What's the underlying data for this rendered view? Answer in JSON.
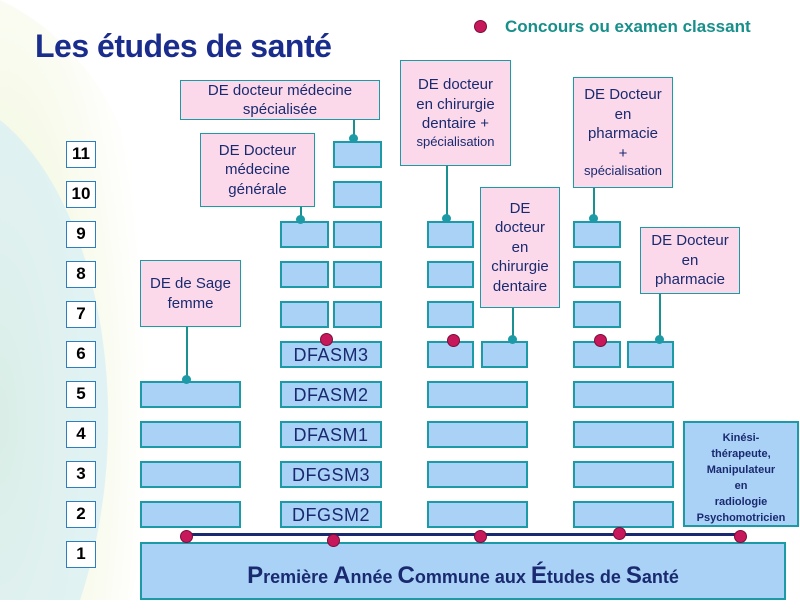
{
  "title": "Les études de santé",
  "legend": {
    "label": "Concours ou examen classant",
    "color": "#c8185c"
  },
  "years": [
    "1",
    "2",
    "3",
    "4",
    "5",
    "6",
    "7",
    "8",
    "9",
    "10",
    "11"
  ],
  "tracks": {
    "sage_femme": "DE de Sage femme",
    "medecine_generale": [
      "DE Docteur",
      "médecine",
      "générale"
    ],
    "medecine_specialisee": [
      "DE docteur médecine",
      "spécialisée"
    ],
    "chirurgie_dentaire_spec": [
      "DE docteur",
      "en chirurgie",
      "dentaire +",
      "spécialisation"
    ],
    "chirurgie_dentaire": [
      "DE",
      "docteur",
      "en",
      "chirurgie",
      "dentaire"
    ],
    "pharmacie_spec": [
      "DE Docteur",
      "en",
      "pharmacie",
      "+",
      "spécialisation"
    ],
    "pharmacie": [
      "DE Docteur",
      "en",
      "pharmacie"
    ]
  },
  "medecine_labels": [
    "DFGSM2",
    "DFGSM3",
    "DFASM1",
    "DFASM2",
    "DFASM3"
  ],
  "kine": [
    "Kinési-",
    "thérapeute,",
    "Manipulateur",
    "en",
    "radiologie",
    "Psychomotricien"
  ],
  "paces": {
    "parts": [
      {
        "cap": "P",
        "rest": "remière "
      },
      {
        "cap": "A",
        "rest": "nnée "
      },
      {
        "cap": "C",
        "rest": "ommune aux "
      },
      {
        "cap": "É",
        "rest": "tudes de "
      },
      {
        "cap": "S",
        "rest": "anté"
      }
    ]
  },
  "colors": {
    "cell": "#aad2f7",
    "border": "#1c9aa6",
    "pink": "#fbd9ea",
    "title": "#1a2d8c",
    "legend_text": "#178f8a"
  }
}
